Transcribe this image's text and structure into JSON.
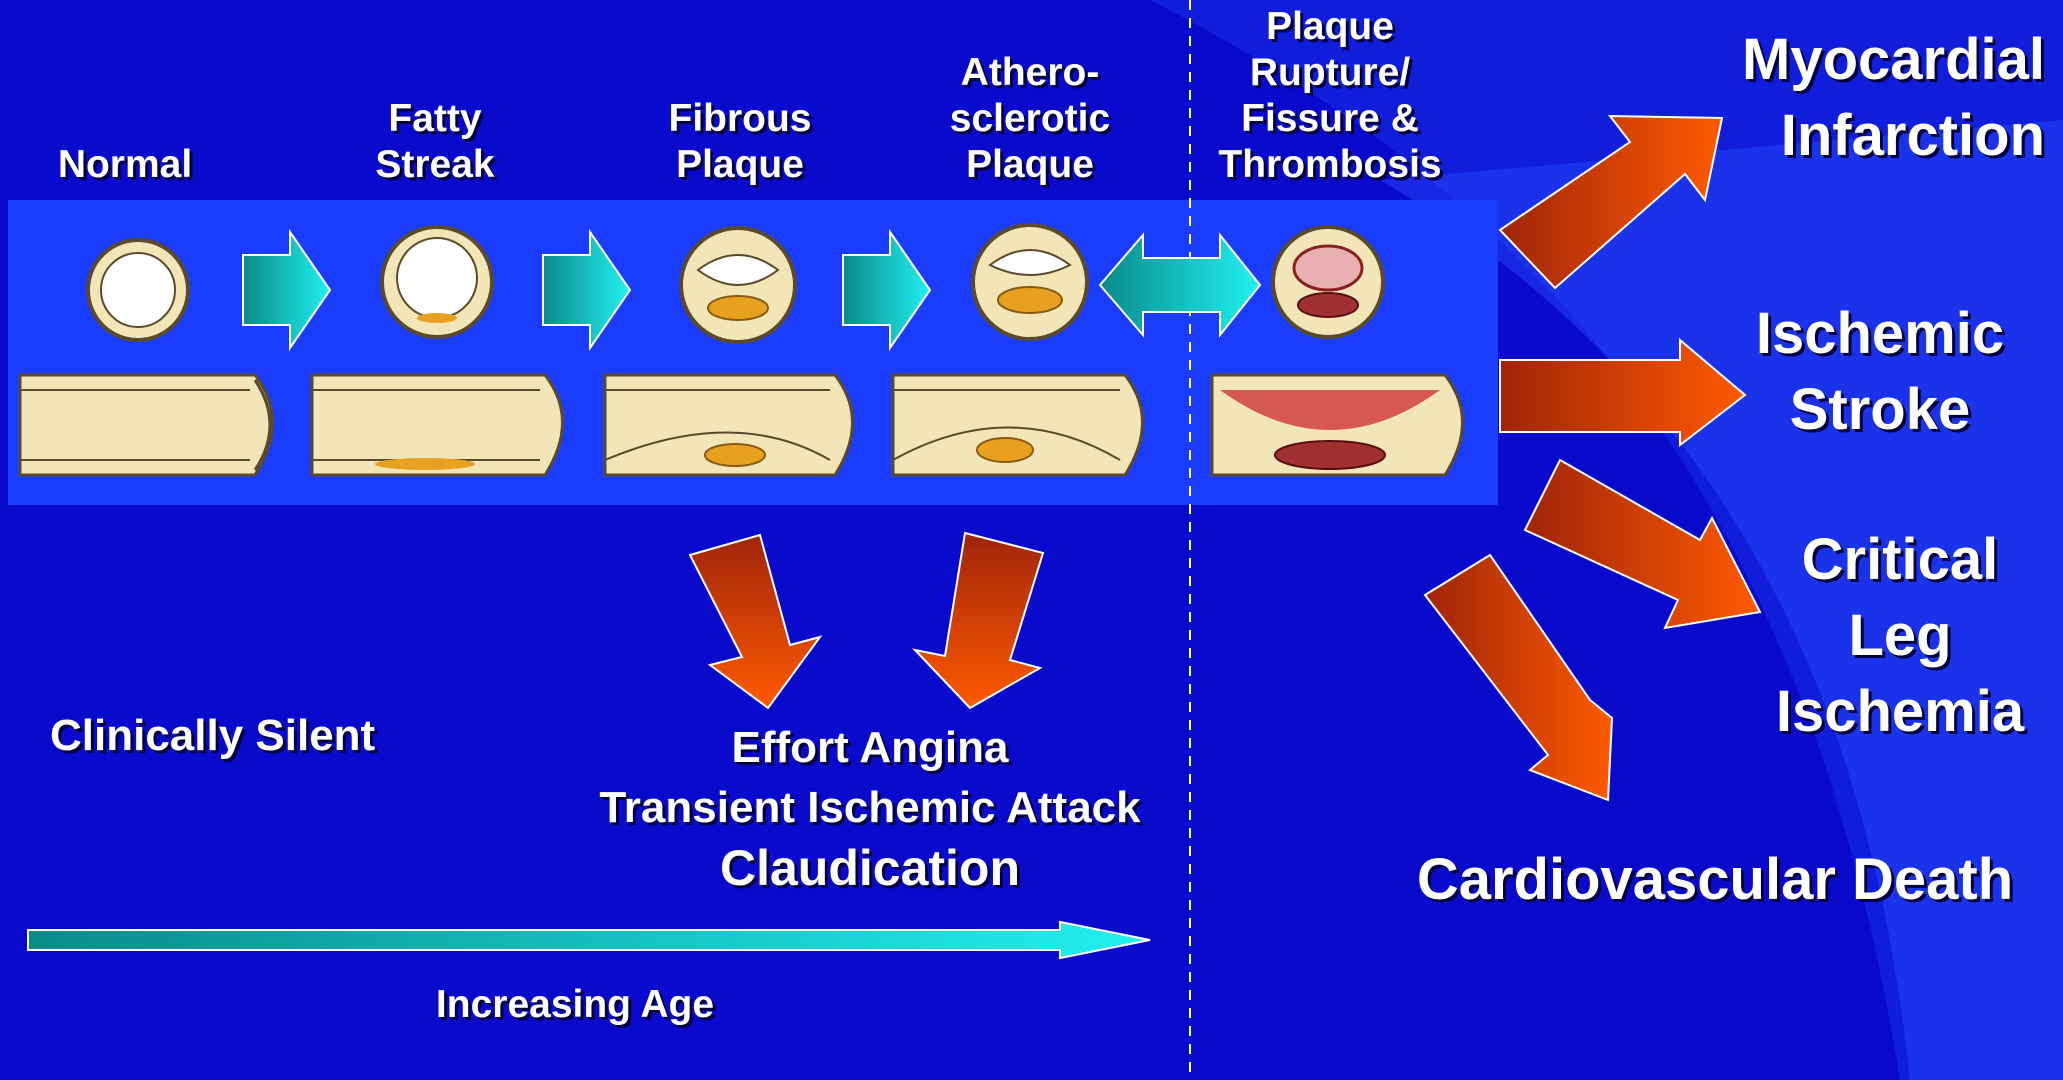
{
  "stages": [
    {
      "label": "Normal"
    },
    {
      "label": "Fatty\nStreak"
    },
    {
      "label": "Fibrous\nPlaque"
    },
    {
      "label": "Athero-\nsclerotic\nPlaque"
    },
    {
      "label": "Plaque\nRupture/\nFissure &\nThrombosis"
    }
  ],
  "outcomes": {
    "mi": "Myocardial\nInfarction",
    "stroke": "Ischemic\nStroke",
    "leg": "Critical\nLeg\nIschemia",
    "death": "Cardiovascular Death"
  },
  "clinically_silent": "Clinically Silent",
  "symptoms": [
    "Effort Angina",
    "Transient Ischemic Attack",
    "Claudication"
  ],
  "age_label": "Increasing Age",
  "colors": {
    "background": "#0a0acc",
    "panel": "#1a3cff",
    "teal_arrow": "#1ce0e0",
    "orange_arrow": "#ff5a00",
    "vessel_wall": "#f2e6b8",
    "plaque": "#e8a020",
    "thrombus": "#c0392b"
  }
}
